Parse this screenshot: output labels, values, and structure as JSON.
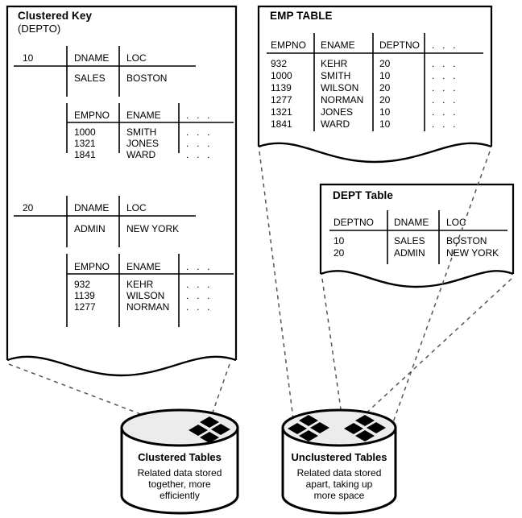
{
  "diagram": {
    "title_hidden": "Clustered vs Unclustered Tables",
    "colors": {
      "line": "#000000",
      "cylinder_top_fill": "#ececec",
      "cylinder_body_fill": "#ffffff",
      "block_fill": "#000000",
      "dash": "#555555"
    }
  },
  "clustered_key_box": {
    "title": "Clustered Key",
    "subtitle": "(DEPTO)",
    "groups": [
      {
        "key_value": "10",
        "dept_table": {
          "headers": [
            "DNAME",
            "LOC"
          ],
          "rows": [
            [
              "SALES",
              "BOSTON"
            ]
          ]
        },
        "emp_table": {
          "headers": [
            "EMPNO",
            "ENAME",
            ". . ."
          ],
          "rows": [
            [
              "1000",
              "SMITH",
              ". . ."
            ],
            [
              "1321",
              "JONES",
              ". . ."
            ],
            [
              "1841",
              "WARD",
              ". . ."
            ]
          ]
        }
      },
      {
        "key_value": "20",
        "dept_table": {
          "headers": [
            "DNAME",
            "LOC"
          ],
          "rows": [
            [
              "ADMIN",
              "NEW YORK"
            ]
          ]
        },
        "emp_table": {
          "headers": [
            "EMPNO",
            "ENAME",
            ". . ."
          ],
          "rows": [
            [
              "932",
              "KEHR",
              ". . ."
            ],
            [
              "1139",
              "WILSON",
              ". . ."
            ],
            [
              "1277",
              "NORMAN",
              ". . ."
            ]
          ]
        }
      }
    ]
  },
  "emp_table_box": {
    "title": "EMP TABLE",
    "headers": [
      "EMPNO",
      "ENAME",
      "DEPTNO",
      ". . ."
    ],
    "rows": [
      [
        "932",
        "KEHR",
        "20",
        ". . ."
      ],
      [
        "1000",
        "SMITH",
        "10",
        ". . ."
      ],
      [
        "1139",
        "WILSON",
        "20",
        ". . ."
      ],
      [
        "1277",
        "NORMAN",
        "20",
        ". . ."
      ],
      [
        "1321",
        "JONES",
        "10",
        ". . ."
      ],
      [
        "1841",
        "WARD",
        "10",
        ". . ."
      ]
    ]
  },
  "dept_table_box": {
    "title": "DEPT Table",
    "headers": [
      "DEPTNO",
      "DNAME",
      "LOC"
    ],
    "rows": [
      [
        "10",
        "SALES",
        "BOSTON"
      ],
      [
        "20",
        "ADMIN",
        "NEW YORK"
      ]
    ]
  },
  "cylinders": [
    {
      "title": "Clustered Tables",
      "description_lines": [
        "Related data stored",
        "together, more",
        "efficiently"
      ],
      "block_groups": 1
    },
    {
      "title": "Unclustered Tables",
      "description_lines": [
        "Related data stored",
        "apart, taking up",
        "more space"
      ],
      "block_groups": 2
    }
  ]
}
